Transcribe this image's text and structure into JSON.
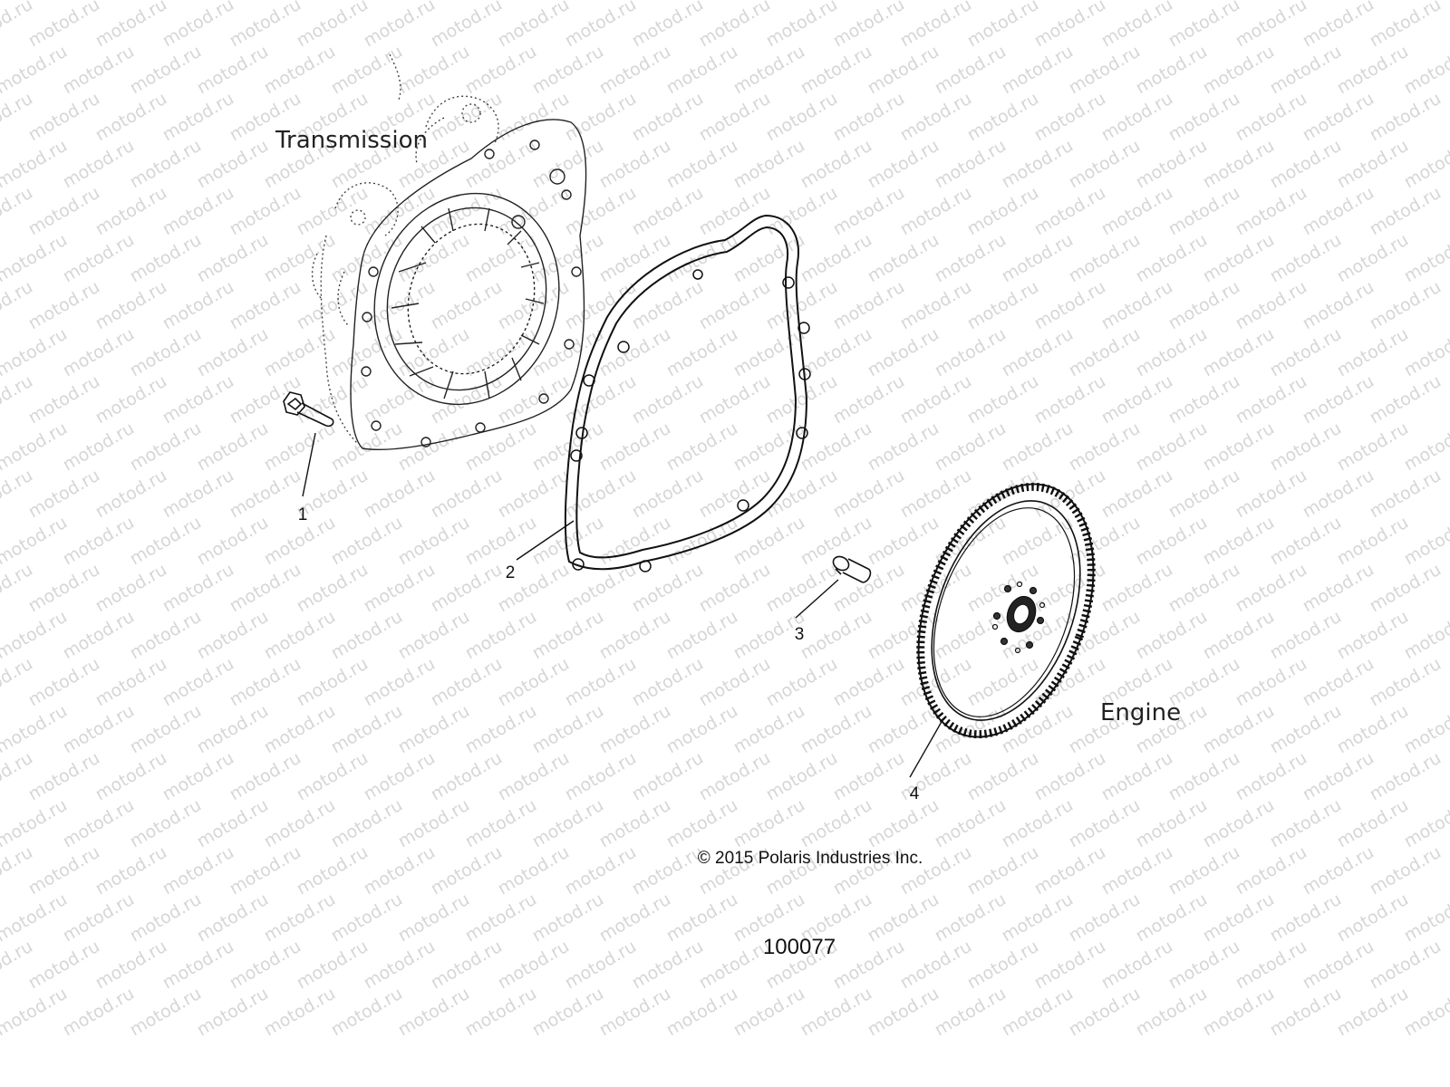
{
  "watermark": "motod.ru",
  "labels": {
    "transmission": "Transmission",
    "engine": "Engine"
  },
  "callouts": [
    {
      "id": "bolt-1",
      "number": "1"
    },
    {
      "id": "gasket-2",
      "number": "2"
    },
    {
      "id": "bolt-3",
      "number": "3"
    },
    {
      "id": "flywheel-4",
      "number": "4"
    }
  ],
  "copyright": "© 2015 Polaris Industries Inc.",
  "figure_number": "100077",
  "colors": {
    "line": "#111111",
    "watermark": "#d6d6d6",
    "background": "#ffffff"
  }
}
